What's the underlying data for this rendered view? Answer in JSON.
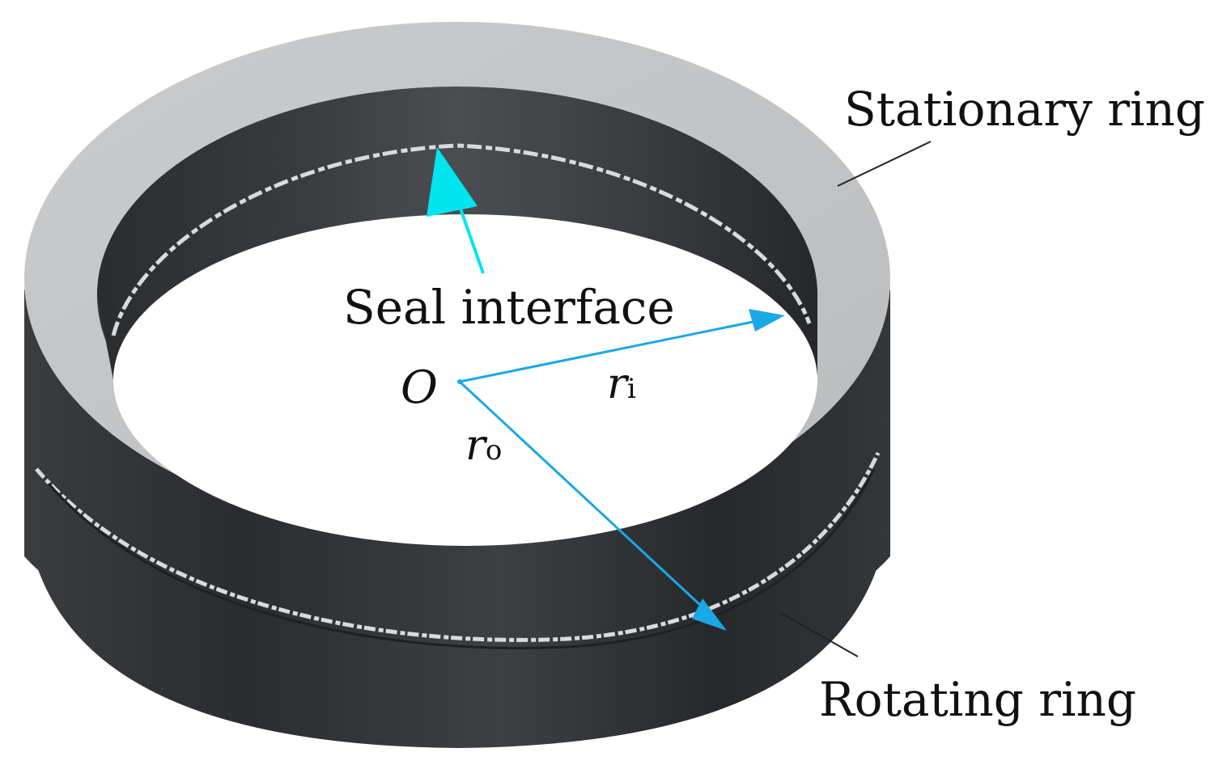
{
  "labels": {
    "stationary_ring": "Stationary ring",
    "rotating_ring": "Rotating ring",
    "seal_interface": "Seal interface",
    "origin": "O",
    "inner_radius": "r",
    "inner_radius_sub": "i",
    "outer_radius": "r",
    "outer_radius_sub": "o"
  },
  "colors": {
    "ring_face": "#c4c6c8",
    "ring_side_dark": "#2e3033",
    "ring_side_mid": "#4a4d50",
    "seal_crack": "#d8dadc",
    "arrow_cyan": "#00e5f0",
    "arrow_blue": "#1aa8e6",
    "leader_line": "#222222"
  }
}
